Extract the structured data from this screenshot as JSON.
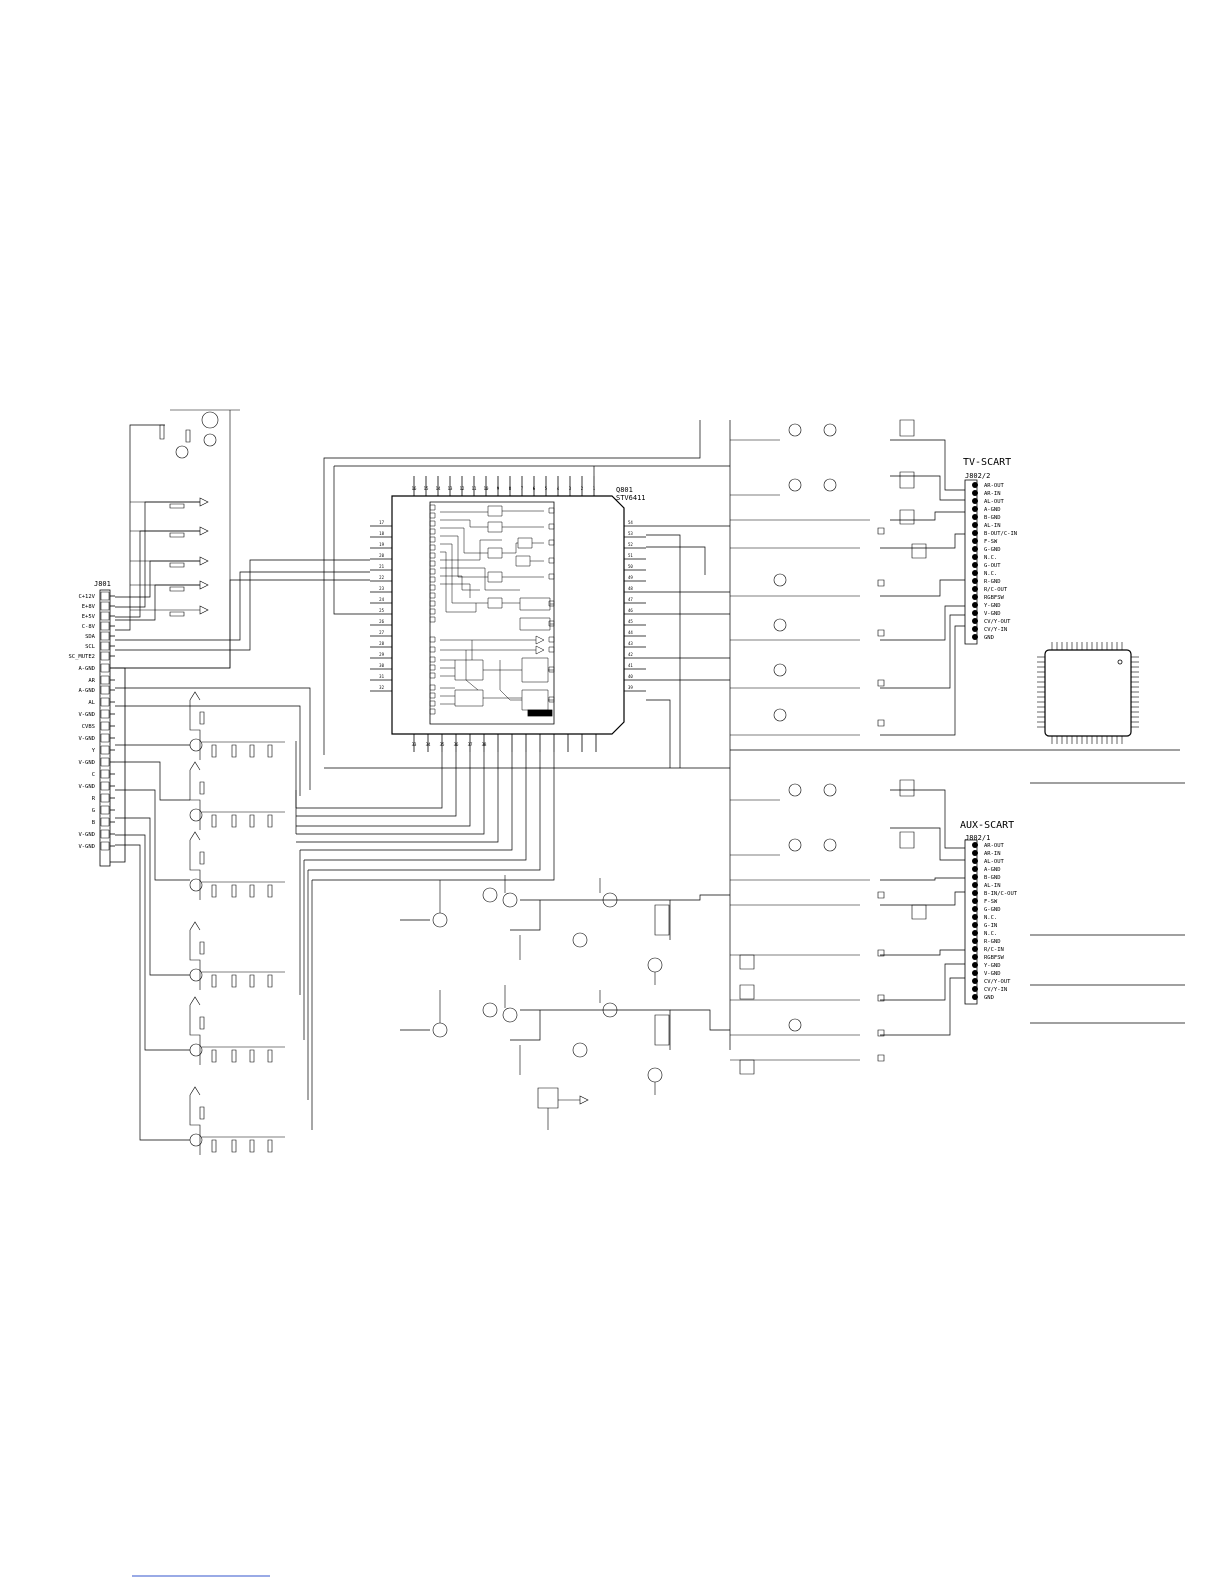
{
  "ic": {
    "ref": "Q801",
    "part": "STV6411"
  },
  "connectors": {
    "j801": {
      "ref": "J801",
      "pins": [
        "C+12V",
        "E+8V",
        "E+5V",
        "C-8V",
        "SDA",
        "SCL",
        "SC_MUTE2",
        "A-GND",
        "AR",
        "A-GND",
        "AL",
        "V-GND",
        "CVBS",
        "V-GND",
        "Y",
        "V-GND",
        "C",
        "V-GND",
        "R",
        "G",
        "B",
        "V-GND",
        "V-GND"
      ]
    },
    "tv": {
      "title": "TV-SCART",
      "ref": "J802/2",
      "pins": [
        "AR-OUT",
        "AR-IN",
        "AL-OUT",
        "A-GND",
        "B-GND",
        "AL-IN",
        "B-OUT/C-IN",
        "F-SW",
        "G-GND",
        "N.C.",
        "G-OUT",
        "N.C.",
        "R-GND",
        "R/C-OUT",
        "RGBFSW",
        "Y-GND",
        "V-GND",
        "CV/Y-OUT",
        "CV/Y-IN",
        "GND"
      ]
    },
    "aux": {
      "title": "AUX-SCART",
      "ref": "J802/1",
      "pins": [
        "AR-OUT",
        "AR-IN",
        "AL-OUT",
        "A-GND",
        "B-GND",
        "AL-IN",
        "B-IN/C-OUT",
        "F-SW",
        "G-GND",
        "N.C.",
        "G-IN",
        "N.C.",
        "R-GND",
        "R/C-IN",
        "RGBFSW",
        "Y-GND",
        "V-GND",
        "CV/Y-OUT",
        "CV/Y-IN",
        "GND"
      ]
    }
  },
  "ic_pins_left": [
    "17",
    "18",
    "19",
    "20",
    "21",
    "22",
    "23",
    "24",
    "25",
    "26",
    "27",
    "28",
    "29",
    "30",
    "31",
    "32"
  ],
  "ic_pins_right": [
    "54",
    "53",
    "52",
    "51",
    "50",
    "49",
    "48",
    "47",
    "46",
    "45",
    "44",
    "43",
    "42",
    "41",
    "40",
    "39"
  ],
  "ic_pins_top": [
    "16",
    "15",
    "14",
    "13",
    "12",
    "11",
    "10",
    "9",
    "8",
    "7",
    "6",
    "5",
    "4",
    "3",
    "2",
    "1"
  ],
  "ic_pins_bottom": [
    "33",
    "34",
    "35",
    "36",
    "37",
    "38"
  ]
}
